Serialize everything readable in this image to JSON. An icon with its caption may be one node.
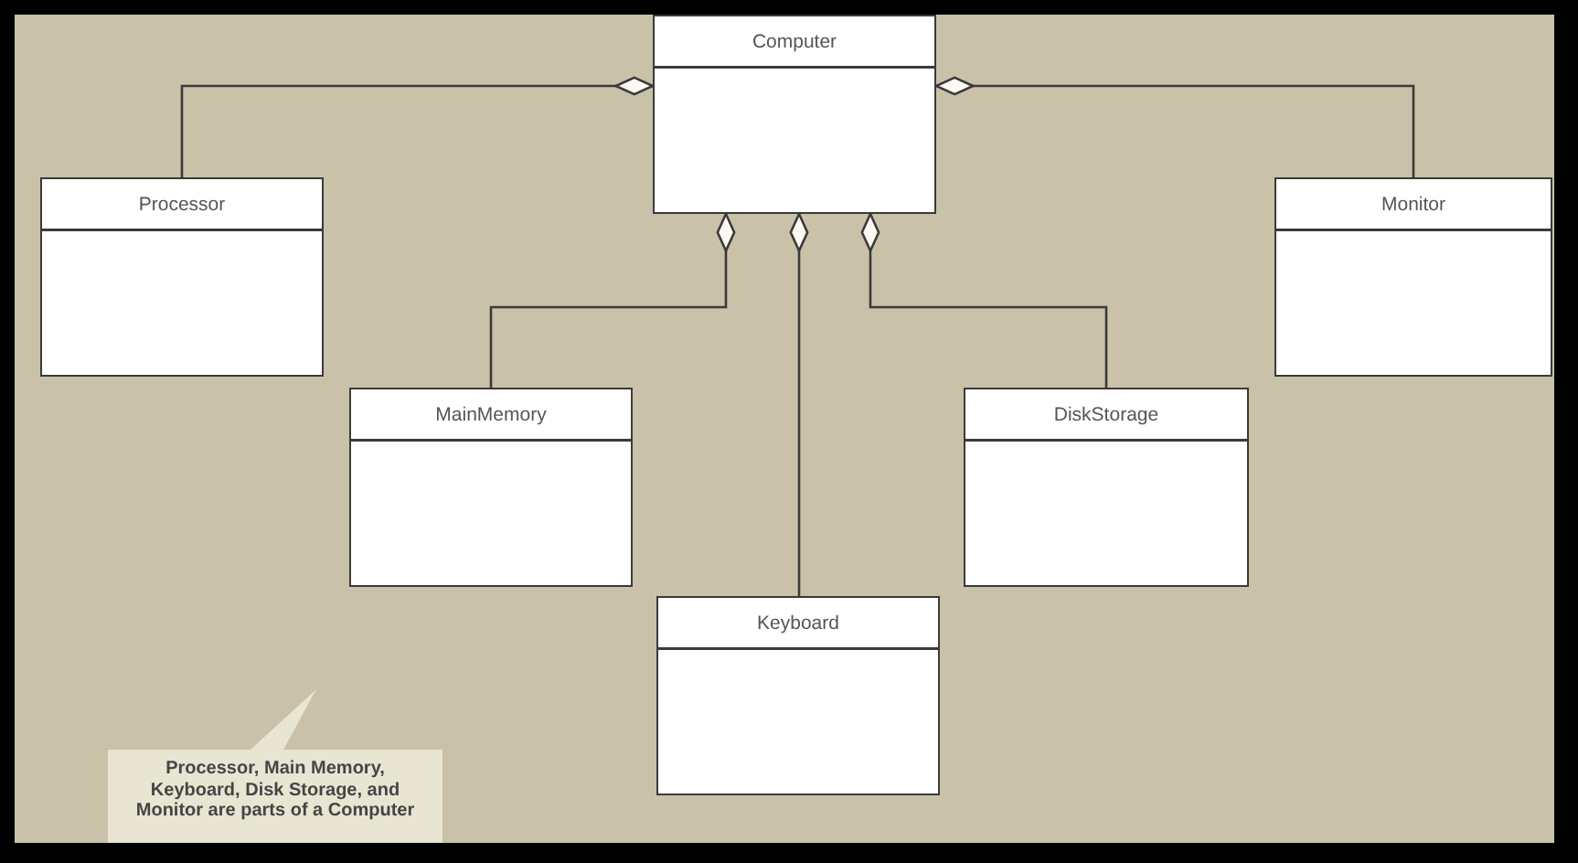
{
  "diagram": {
    "nodes": [
      {
        "text": [
          "Computer"
        ]
      },
      {
        "text": [
          "Processor"
        ]
      },
      {
        "text": [
          "Monitor"
        ]
      },
      {
        "text": [
          "MainMemory"
        ]
      },
      {
        "text": [
          "DiskStorage"
        ]
      },
      {
        "text": [
          "Keyboard"
        ]
      },
      {
        "text": [
          "Processor, Main Memory, Keyboard, Disk Storage, and Monitor are parts of a Computer"
        ]
      }
    ],
    "edges": [
      {
        "from": 1,
        "to": 0,
        "arrow": "other"
      },
      {
        "from": 2,
        "to": 0,
        "arrow": "other"
      },
      {
        "from": 3,
        "to": 0,
        "arrow": "other"
      },
      {
        "from": 5,
        "to": 0,
        "arrow": "other"
      },
      {
        "from": 4,
        "to": 0,
        "arrow": "other"
      }
    ]
  }
}
